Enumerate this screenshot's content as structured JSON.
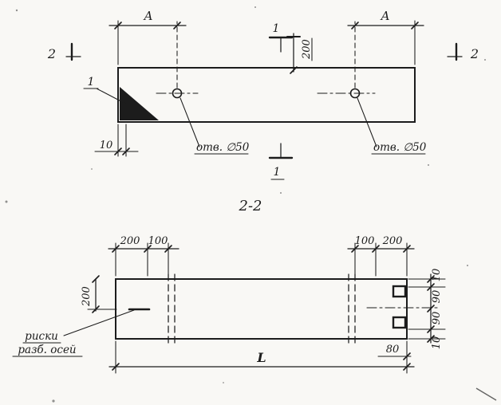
{
  "colors": {
    "ink": "#1c1c1c",
    "paper": "#f9f8f5"
  },
  "top_view": {
    "a_left": "A",
    "a_right": "A",
    "v200": "200",
    "d10": "10",
    "hole_left": "отв. ∅50",
    "hole_right": "отв. ∅50",
    "detail": "1",
    "sec1_top": "1",
    "sec1_bottom": "1",
    "sec2_left": "2",
    "sec2_right": "2"
  },
  "section_view": {
    "title": "2-2",
    "tl200": "200",
    "tl100": "100",
    "tr100": "100",
    "tr200": "200",
    "left200": "200",
    "r10_top": "10",
    "r90_upper": "90",
    "r90_lower": "90",
    "r10_bottom": "10",
    "d80": "80",
    "length": "L",
    "note1": "риски",
    "note2": "разб. осей"
  }
}
